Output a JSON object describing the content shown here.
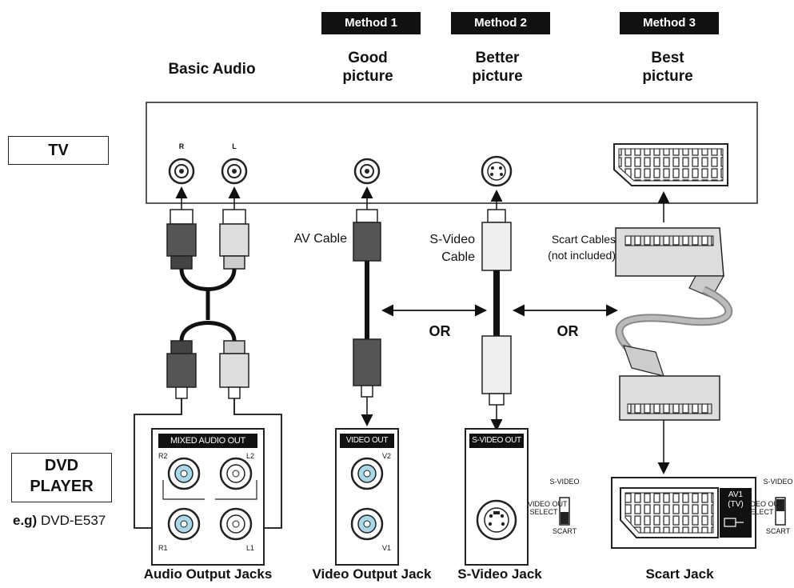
{
  "methods": [
    {
      "badge": "Method 1",
      "title": "Good\npicture"
    },
    {
      "badge": "Method 2",
      "title": "Better\npicture"
    },
    {
      "badge": "Method 3",
      "title": "Best\npicture"
    }
  ],
  "basic_audio": "Basic Audio",
  "tv_label": "TV",
  "dvd_label": "DVD\nPLAYER",
  "model_prefix": "e.g)",
  "model_name": "DVD-E537",
  "tv_jack_r": "R",
  "tv_jack_l": "L",
  "cables": {
    "av": "AV Cable",
    "svideo": "S-Video\nCable",
    "scart": "Scart Cables\n(not included)"
  },
  "or_label": "OR",
  "panels": {
    "mixed_audio": "MIXED AUDIO OUT",
    "video_out": "VIDEO OUT",
    "svideo_out": "S-VIDEO OUT"
  },
  "jack_labels": {
    "r2": "R2",
    "l2": "L2",
    "r1": "R1",
    "l1": "L1",
    "v2": "V2",
    "v1": "V1"
  },
  "switch_labels": {
    "top": "S-VIDEO",
    "mid": "VIDEO OUT\nSELECT",
    "bottom": "SCART"
  },
  "av1_label": "AV1\n(TV)",
  "footers": {
    "audio": "Audio Output Jacks",
    "video": "Video Output Jack",
    "svideo": "S-Video Jack",
    "scart": "Scart Jack"
  }
}
